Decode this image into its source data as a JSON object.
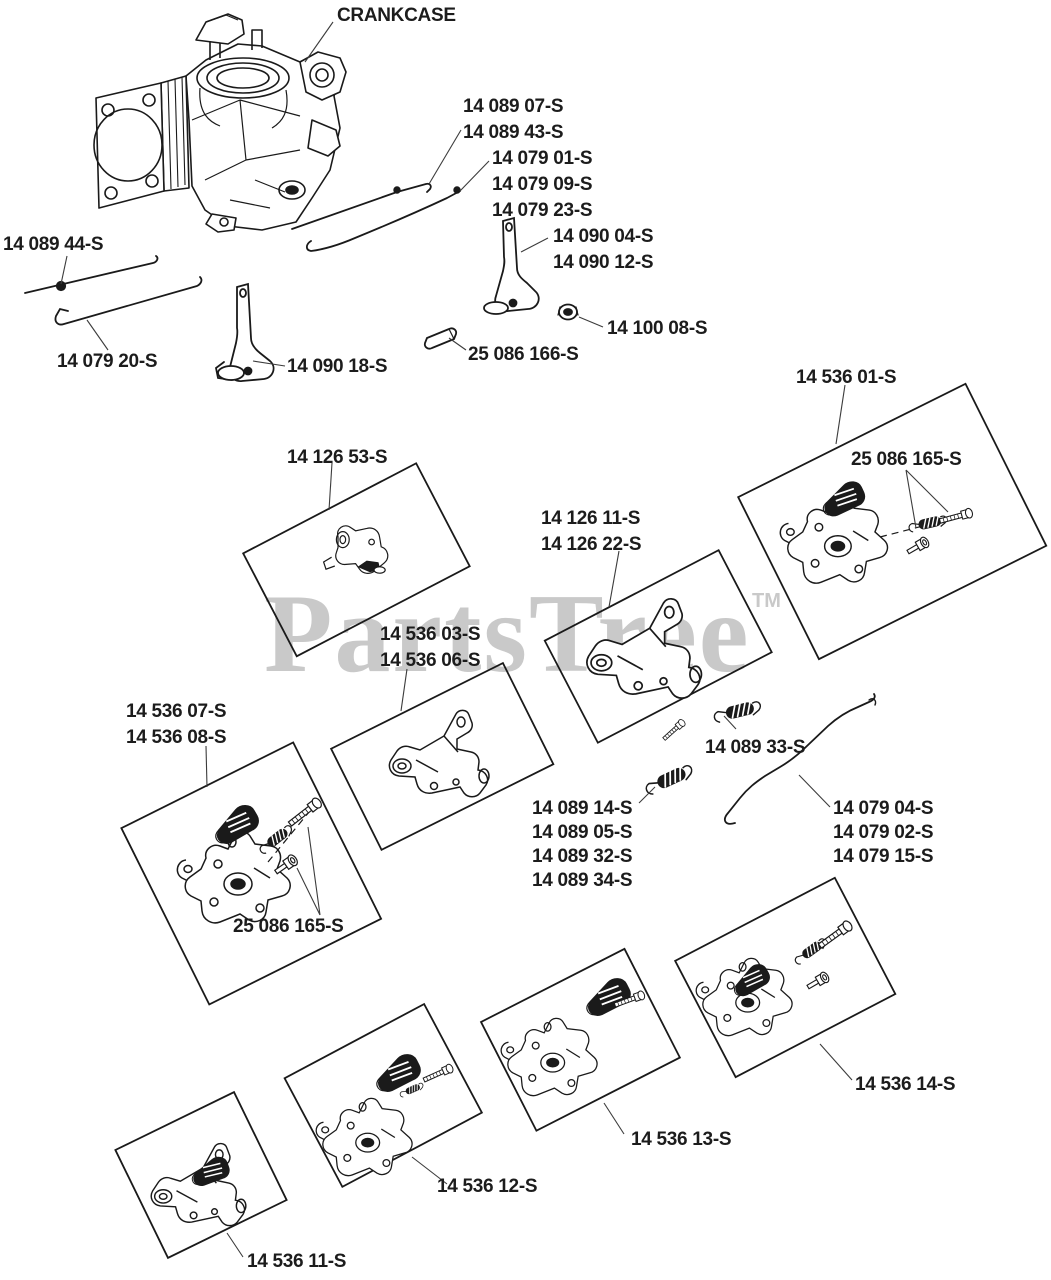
{
  "title": "Engine controls parts diagram",
  "colors": {
    "line": "#1a1a1a",
    "label": "#1c1c1c",
    "leader": "#3c3c3c",
    "watermark": "#c9c9c9",
    "bg": "#ffffff"
  },
  "watermark": {
    "text": "PartsTree",
    "tm": "TM"
  },
  "labels": [
    {
      "text": "CRANKCASE"
    },
    {
      "text": "14 089 07-S"
    },
    {
      "text": "14 089 43-S"
    },
    {
      "text": "14 079 01-S"
    },
    {
      "text": "14 079 09-S"
    },
    {
      "text": "14 079 23-S"
    },
    {
      "text": "14 090 04-S"
    },
    {
      "text": "14 090 12-S"
    },
    {
      "text": "14 089 44-S"
    },
    {
      "text": "14 100 08-S"
    },
    {
      "text": "14 079 20-S"
    },
    {
      "text": "14 090 18-S"
    },
    {
      "text": "25 086 166-S"
    },
    {
      "text": "14 536 01-S"
    },
    {
      "text": "25 086 165-S"
    },
    {
      "text": "14 126 53-S"
    },
    {
      "text": "14 126 11-S"
    },
    {
      "text": "14 126 22-S"
    },
    {
      "text": "14 536 03-S"
    },
    {
      "text": "14 536 06-S"
    },
    {
      "text": "14 536 07-S"
    },
    {
      "text": "14 536 08-S"
    },
    {
      "text": "14 089 33-S"
    },
    {
      "text": "14 089 14-S"
    },
    {
      "text": "14 089 05-S"
    },
    {
      "text": "14 089 32-S"
    },
    {
      "text": "14 089 34-S"
    },
    {
      "text": "14 079 04-S"
    },
    {
      "text": "14 079 02-S"
    },
    {
      "text": "14 079 15-S"
    },
    {
      "text": "25 086 165-S"
    },
    {
      "text": "14 536 14-S"
    },
    {
      "text": "14 536 13-S"
    },
    {
      "text": "14 536 12-S"
    },
    {
      "text": "14 536 11-S"
    }
  ]
}
